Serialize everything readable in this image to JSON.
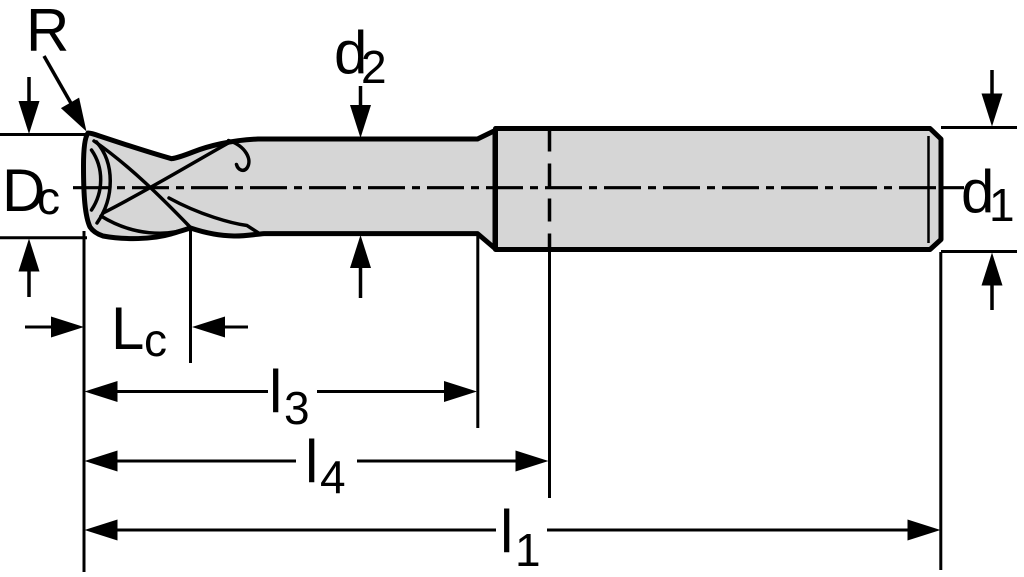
{
  "diagram": {
    "description": "End mill tool dimensional drawing",
    "colors": {
      "background": "#ffffff",
      "line": "#000000",
      "body_fill": "#d6d6d6"
    },
    "labels": {
      "corner_radius": {
        "base": "R"
      },
      "neck_diameter": {
        "base": "d",
        "sub": "2"
      },
      "cutting_diameter": {
        "base": "D",
        "sub": "c"
      },
      "shank_diameter": {
        "base": "d",
        "sub": "1"
      },
      "cutting_edge_length": {
        "base": "L",
        "sub": "c"
      },
      "length_l3": {
        "base": "l",
        "sub": "3"
      },
      "length_l4": {
        "base": "l",
        "sub": "4"
      },
      "overall_length": {
        "base": "l",
        "sub": "1"
      }
    }
  }
}
